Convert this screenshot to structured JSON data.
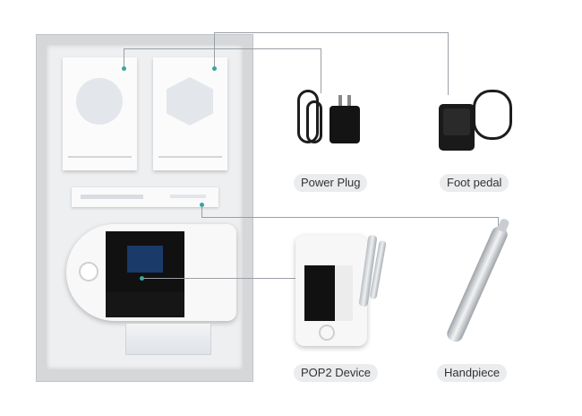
{
  "labels": {
    "power_plug": "Power Plug",
    "foot_pedal": "Foot pedal",
    "pop2_device": "POP2 Device",
    "handpiece": "Handpiece"
  },
  "colors": {
    "connector_line": "#9aa0a6",
    "connector_dot": "#3aa6a0",
    "label_background": "#ebecee"
  }
}
